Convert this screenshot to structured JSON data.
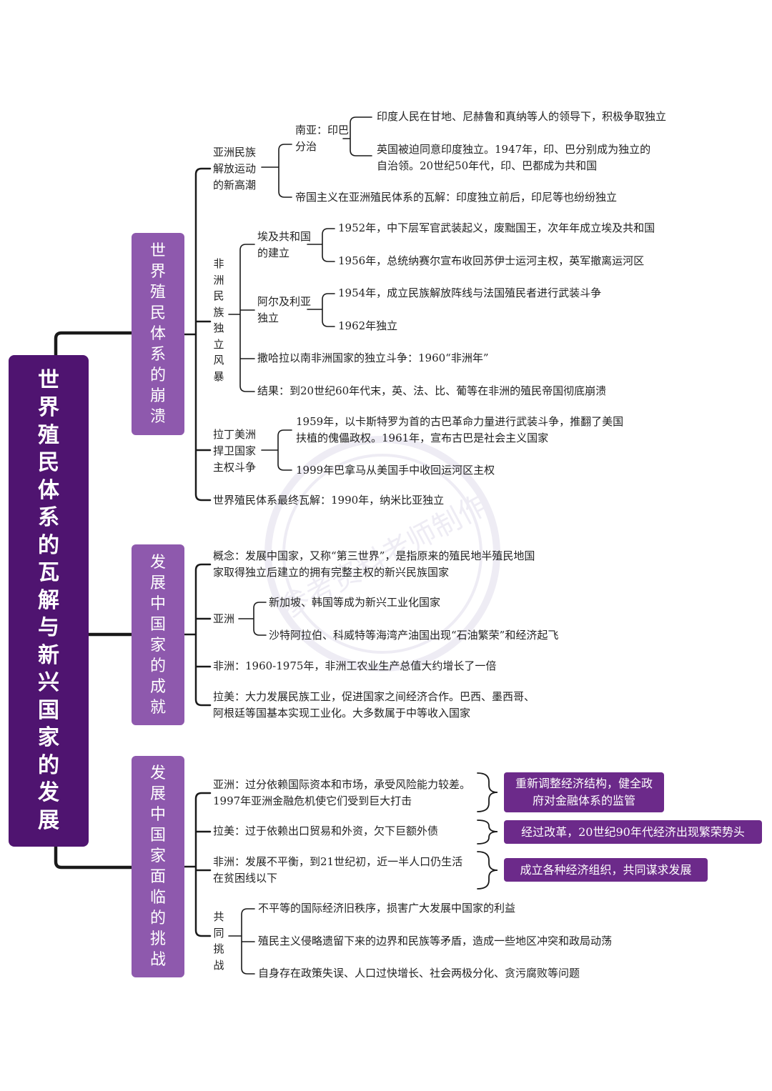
{
  "root": {
    "title": "世界殖民体系的瓦解与新兴国家的发展"
  },
  "watermark": "参考资料老师制作",
  "colors": {
    "root_bg": "#4f1470",
    "section_bg": "#8e59ad",
    "solution_bg": "#6c2a8a",
    "line": "#1a1a1a"
  },
  "sections": [
    {
      "title": "世界殖民体系的崩溃",
      "asia": {
        "label": "亚洲民族解放运动的新高潮",
        "south_asia": {
          "label": "南亚：印巴分治",
          "items": [
            "印度人民在甘地、尼赫鲁和真纳等人的领导下，积极争取独立",
            "英国被迫同意印度独立。1947年，印、巴分别成为独立的自治领。20世纪50年代，印、巴都成为共和国"
          ]
        },
        "collapse": "帝国主义在亚洲殖民体系的瓦解：印度独立前后，印尼等也纷纷独立"
      },
      "africa": {
        "label": "非洲民族独立风暴",
        "egypt": {
          "label": "埃及共和国的建立",
          "items": [
            "1952年，中下层军官武装起义，废黜国王，次年年成立埃及共和国",
            "1956年，总统纳赛尔宣布收回苏伊士运河主权，英军撤离运河区"
          ]
        },
        "algeria": {
          "label": "阿尔及利亚独立",
          "items": [
            "1954年，成立民族解放阵线与法国殖民者进行武装斗争",
            "1962年独立"
          ]
        },
        "sahara": "撒哈拉以南非洲国家的独立斗争：1960“非洲年”",
        "result": "结果：到20世纪60年代末，英、法、比、葡等在非洲的殖民帝国彻底崩溃"
      },
      "latin": {
        "label": "拉丁美洲捍卫国家主权斗争",
        "items": [
          "1959年，以卡斯特罗为首的古巴革命力量进行武装斗争，推翻了美国扶植的傀儡政权。1961年，宣布古巴是社会主义国家",
          "1999年巴拿马从美国手中收回运河区主权"
        ]
      },
      "final": "世界殖民体系最终瓦解：1990年，纳米比亚独立"
    },
    {
      "title": "发展中国家的成就",
      "concept": "概念：发展中国家，又称“第三世界”，是指原来的殖民地半殖民地国家取得独立后建立的拥有完整主权的新兴民族国家",
      "asia": {
        "label": "亚洲",
        "items": [
          "新加坡、韩国等成为新兴工业化国家",
          "沙特阿拉伯、科威特等海湾产油国出现“石油繁荣”和经济起飞"
        ]
      },
      "africa": "非洲：1960-1975年，非洲工农业生产总值大约增长了一倍",
      "latin": "拉美：大力发展民族工业，促进国家之间经济合作。巴西、墨西哥、阿根廷等国基本实现工业化。大多数属于中等收入国家"
    },
    {
      "title": "发展中国家面临的挑战",
      "challenges": [
        {
          "text": "亚洲：过分依赖国际资本和市场，承受风险能力较差。1997年亚洲金融危机使它们受到巨大打击",
          "solution": "重新调整经济结构，健全政府对金融体系的监管"
        },
        {
          "text": "拉美：过于依赖出口贸易和外资，欠下巨额外债",
          "solution": "经过改革，20世纪90年代经济出现繁荣势头"
        },
        {
          "text": "非洲：发展不平衡，到21世纪初，近一半人口仍生活在贫困线以下",
          "solution": "成立各种经济组织，共同谋求发展"
        }
      ],
      "common": {
        "label": "共同挑战",
        "items": [
          "不平等的国际经济旧秩序，损害广大发展中国家的利益",
          "殖民主义侵略遗留下来的边界和民族等矛盾，造成一些地区冲突和政局动荡",
          "自身存在政策失误、人口过快增长、社会两极分化、贪污腐败等问题"
        ]
      }
    }
  ]
}
